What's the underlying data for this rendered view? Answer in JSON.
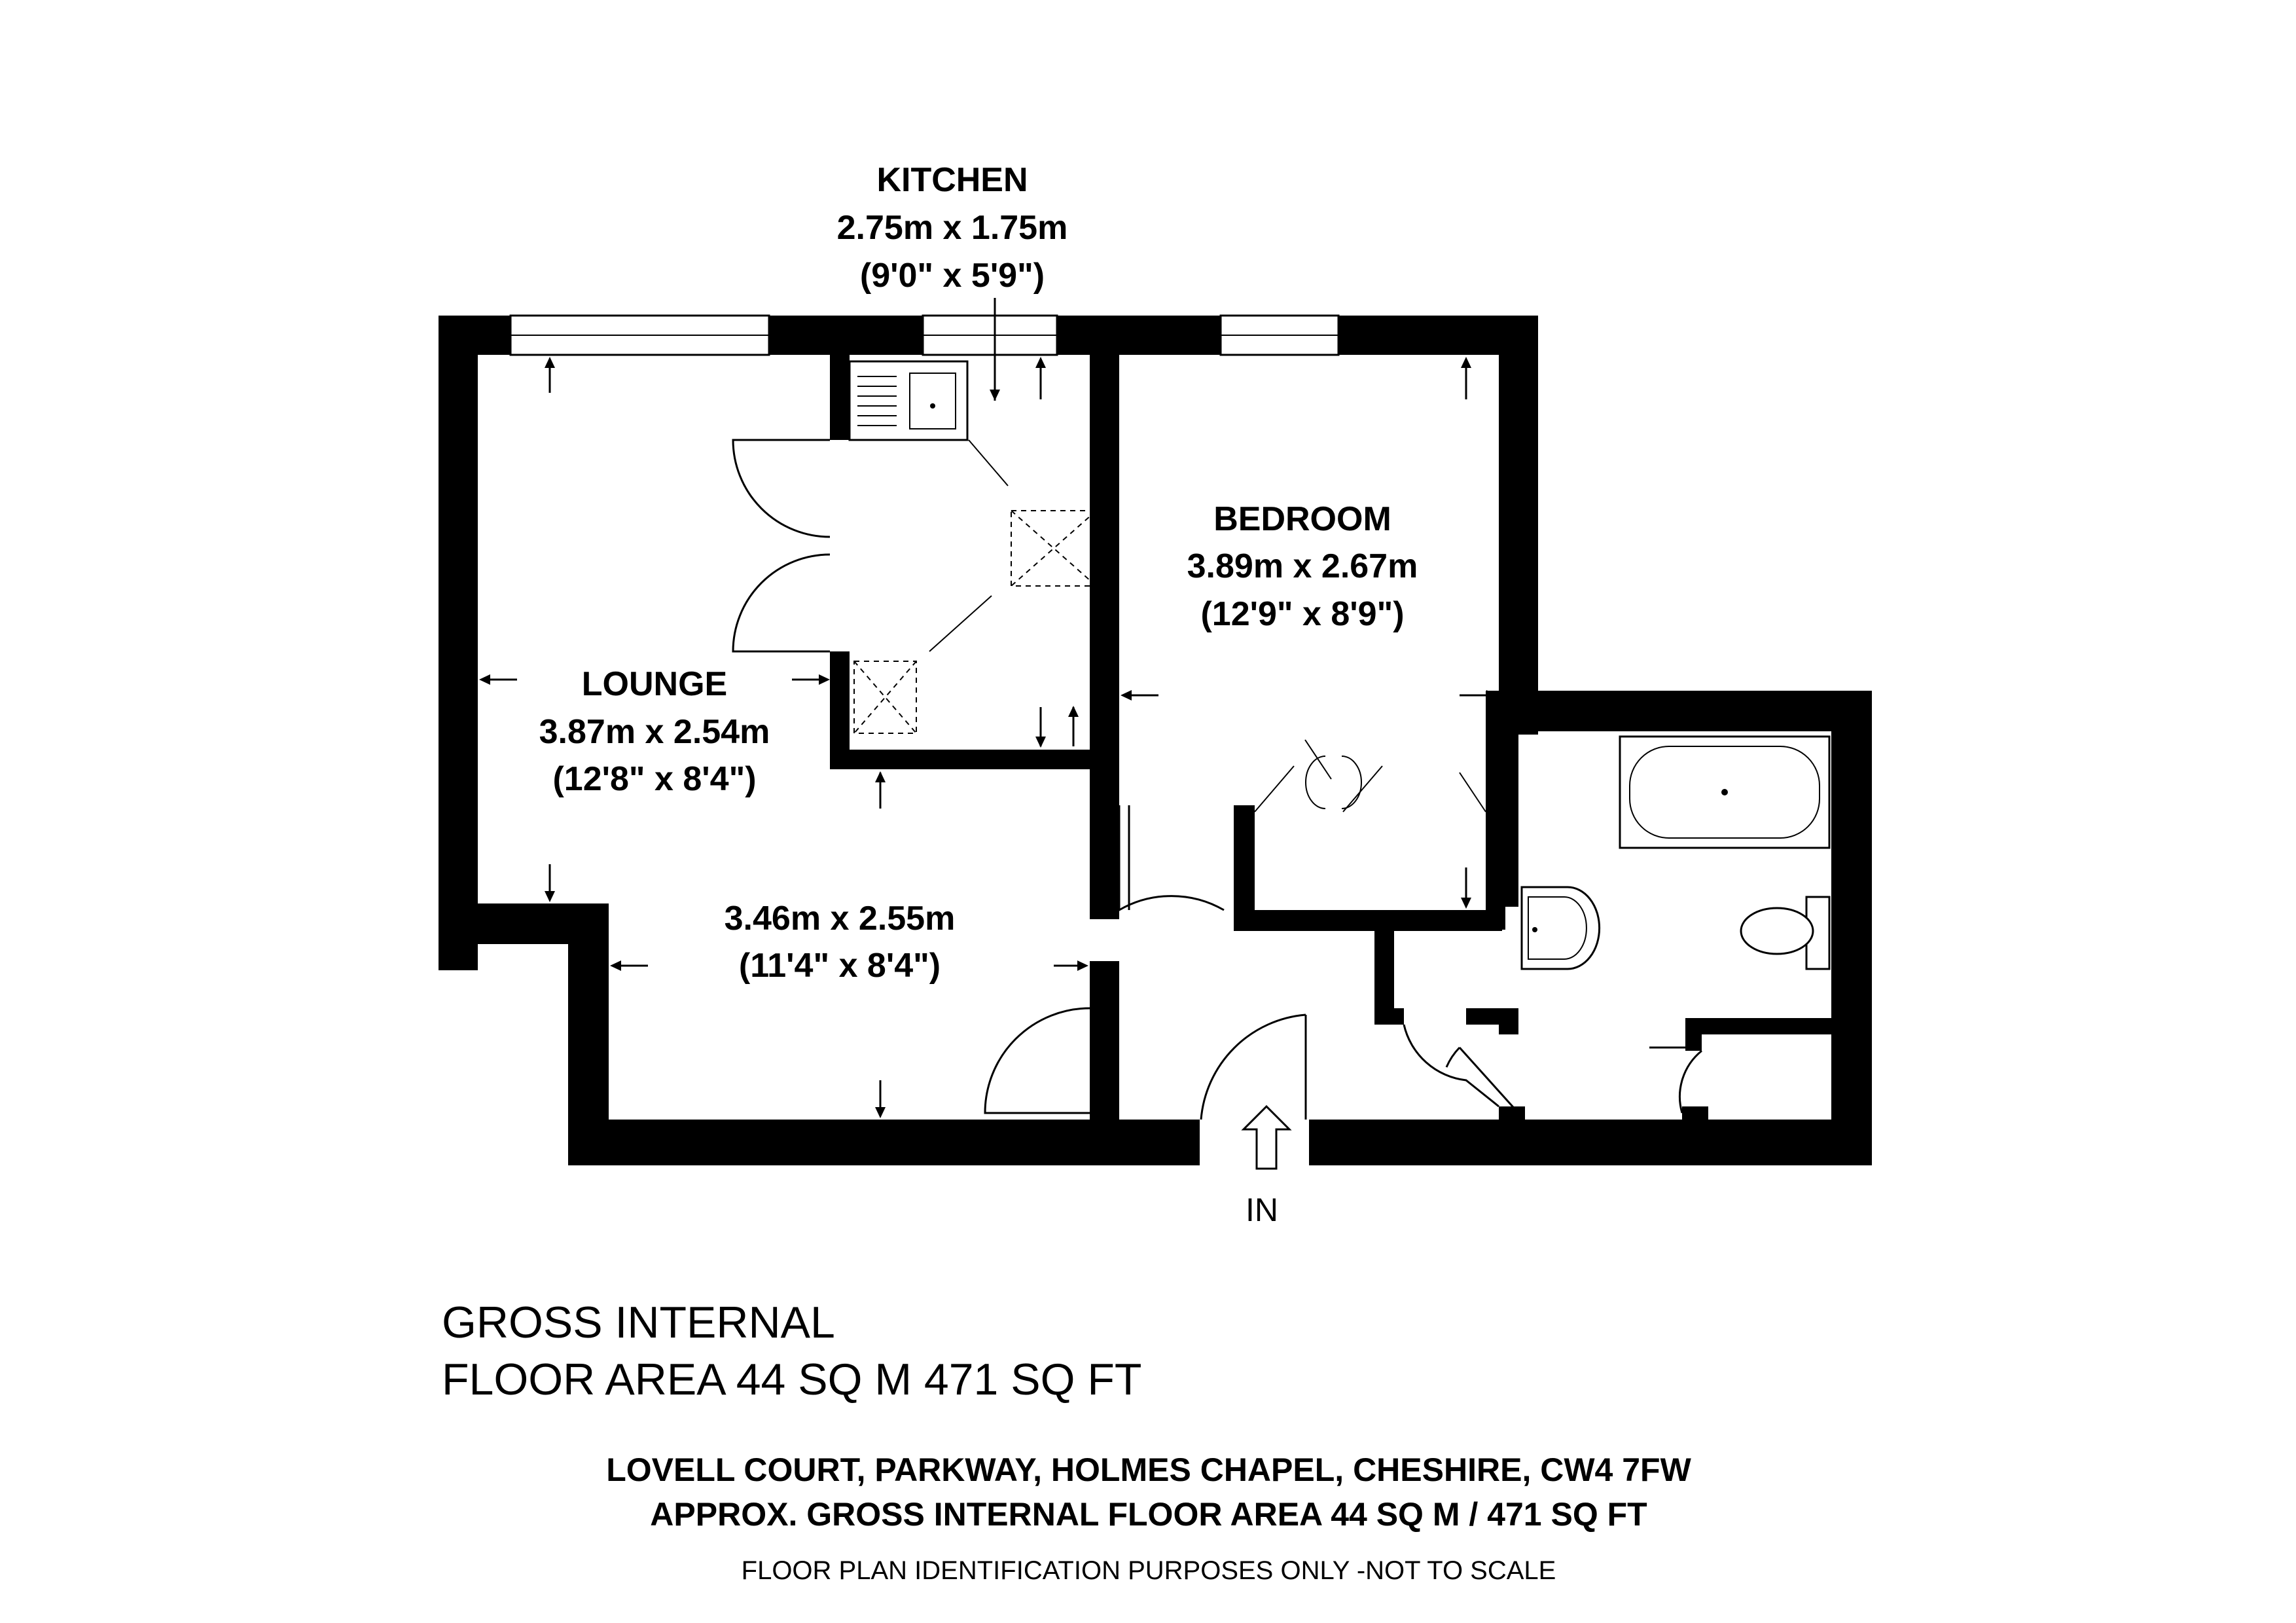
{
  "rooms": {
    "kitchen": {
      "name": "KITCHEN",
      "size_m": "2.75m x 1.75m",
      "size_ft": "(9'0\" x 5'9\")"
    },
    "bedroom": {
      "name": "BEDROOM",
      "size_m": "3.89m x 2.67m",
      "size_ft": "(12'9\" x 8'9\")"
    },
    "lounge": {
      "name": "LOUNGE",
      "size_m": "3.87m x 2.54m",
      "size_ft": "(12'8\" x 8'4\")"
    },
    "lounge_lower": {
      "size_m": "3.46m x 2.55m",
      "size_ft": "(11'4\" x 8'4\")"
    }
  },
  "entrance": {
    "label": "IN"
  },
  "gross_area": {
    "line1": "GROSS INTERNAL",
    "line2": "FLOOR AREA 44 SQ M 471 SQ FT"
  },
  "footer": {
    "address": "LOVELL COURT, PARKWAY, HOLMES CHAPEL, CHESHIRE, CW4 7FW",
    "approx_area": "APPROX. GROSS INTERNAL FLOOR AREA 44 SQ M / 471 SQ FT",
    "disclaimer": "FLOOR PLAN IDENTIFICATION PURPOSES ONLY -NOT TO SCALE"
  }
}
